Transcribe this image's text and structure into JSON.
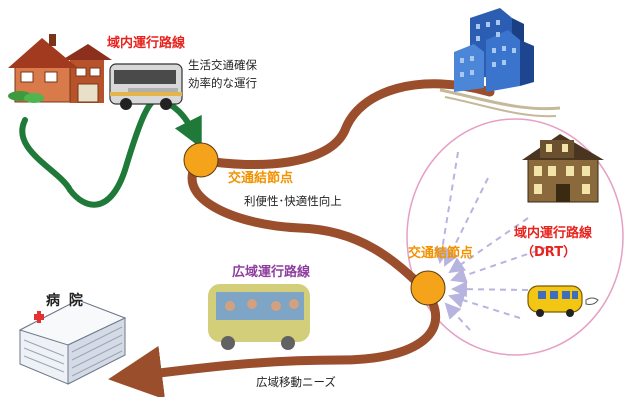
{
  "labels": {
    "local_route_top": "域内運行路線",
    "local_route_desc_1": "生活交通確保",
    "local_route_desc_2": "効率的な運行",
    "node_1": "交通結節点",
    "node_1_desc": "利便性･快適性向上",
    "node_2": "交通結節点",
    "wide_route": "広域運行路線",
    "drt_title": "域内運行路線",
    "drt_sub": "（DRT）",
    "hospital": "病 院",
    "wide_need": "広域移動ニーズ"
  },
  "colors": {
    "brown_route": "#9a4e2c",
    "green_route": "#1f7a3a",
    "node_fill": "#f5a31a",
    "drt_circle": "#e6a0c4",
    "dashed_arrow": "#b7b4e0"
  },
  "icons": [
    "house-icon",
    "bus-icon",
    "office-building-icon",
    "hospital-icon",
    "bus-blurred-icon",
    "school-bus-icon",
    "residence-icon"
  ]
}
